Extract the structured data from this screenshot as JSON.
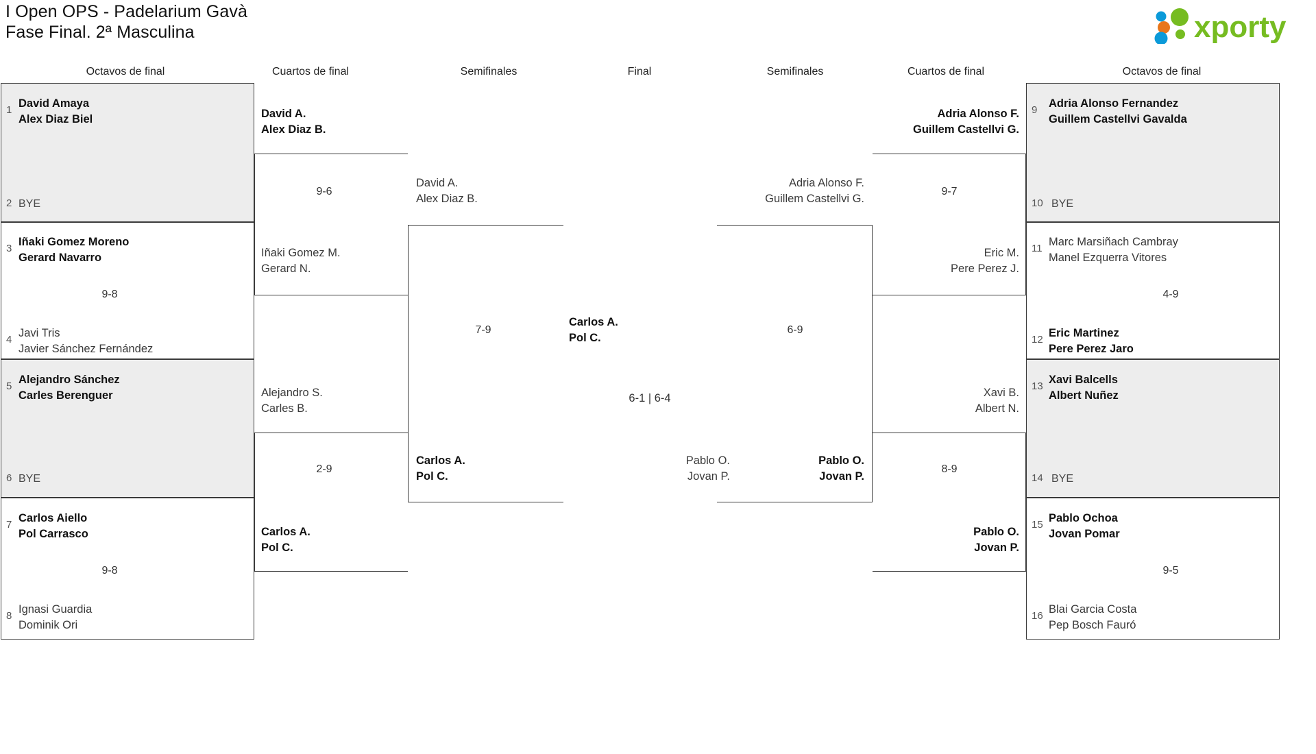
{
  "header": {
    "title_line1": "I Open OPS - Padelarium Gavà",
    "title_line2": "Fase Final. 2ª Masculina",
    "logo_text": "xporty",
    "logo_colors": {
      "green": "#76bc21",
      "blue": "#0b9ad9",
      "orange": "#e8761b"
    }
  },
  "colors": {
    "shaded_row": "#ededed",
    "border": "#3a3a3a",
    "text": "#1a1a1a"
  },
  "column_headers": [
    {
      "label": "Octavos de final"
    },
    {
      "label": "Cuartos de final"
    },
    {
      "label": "Semifinales"
    },
    {
      "label": "Final"
    },
    {
      "label": "Semifinales"
    },
    {
      "label": "Cuartos de final"
    },
    {
      "label": "Octavos de final"
    }
  ],
  "left": {
    "round_of_16": [
      {
        "seed": "1",
        "line1": "David Amaya",
        "line2": "Alex Diaz Biel",
        "status": "win"
      },
      {
        "seed": "2",
        "line1": "BYE",
        "line2": "",
        "status": "bye"
      },
      {
        "seed": "3",
        "line1": "Iñaki Gomez Moreno",
        "line2": "Gerard Navarro",
        "status": "win"
      },
      {
        "seed": "4",
        "line1": "Javi Tris",
        "line2": "Javier Sánchez Fernández",
        "status": "lose"
      },
      {
        "seed": "5",
        "line1": "Alejandro Sánchez",
        "line2": "Carles Berenguer",
        "status": "win"
      },
      {
        "seed": "6",
        "line1": "BYE",
        "line2": "",
        "status": "bye"
      },
      {
        "seed": "7",
        "line1": "Carlos Aiello",
        "line2": "Pol Carrasco",
        "status": "win"
      },
      {
        "seed": "8",
        "line1": "Ignasi Guardia",
        "line2": "Dominik Ori",
        "status": "lose"
      }
    ],
    "round_of_16_scores": [
      "",
      "9-8",
      "",
      "9-8"
    ],
    "quarter_finals": [
      {
        "line1": "David A.",
        "line2": "Alex Diaz B.",
        "status": "win"
      },
      {
        "line1": "Iñaki Gomez M.",
        "line2": "Gerard N.",
        "status": "lose"
      },
      {
        "line1": "Alejandro S.",
        "line2": "Carles B.",
        "status": "lose"
      },
      {
        "line1": "Carlos A.",
        "line2": "Pol C.",
        "status": "win"
      }
    ],
    "quarter_final_scores": [
      "9-6",
      "2-9"
    ],
    "semi_finals": [
      {
        "line1": "David A.",
        "line2": "Alex Diaz B.",
        "status": "lose"
      },
      {
        "line1": "Carlos A.",
        "line2": "Pol C.",
        "status": "win"
      }
    ],
    "semi_final_scores": [
      "7-9"
    ]
  },
  "final": {
    "winner": {
      "line1": "Carlos A.",
      "line2": "Pol C.",
      "status": "win"
    },
    "runner_up": {
      "line1": "Pablo O.",
      "line2": "Jovan P.",
      "status": "lose"
    },
    "score": "6-1 | 6-4"
  },
  "right": {
    "semi_finals": [
      {
        "line1": "Adria Alonso F.",
        "line2": "Guillem Castellvi G.",
        "status": "lose"
      },
      {
        "line1": "Pablo O.",
        "line2": "Jovan P.",
        "status": "win"
      }
    ],
    "semi_final_scores": [
      "6-9"
    ],
    "quarter_finals": [
      {
        "line1": "Adria Alonso F.",
        "line2": "Guillem Castellvi G.",
        "status": "win"
      },
      {
        "line1": "Eric M.",
        "line2": "Pere Perez J.",
        "status": "lose"
      },
      {
        "line1": "Xavi B.",
        "line2": "Albert N.",
        "status": "lose"
      },
      {
        "line1": "Pablo O.",
        "line2": "Jovan P.",
        "status": "win"
      }
    ],
    "quarter_final_scores": [
      "9-7",
      "8-9"
    ],
    "round_of_16": [
      {
        "seed": "9",
        "line1": "Adria Alonso Fernandez",
        "line2": "Guillem Castellvi Gavalda",
        "status": "win"
      },
      {
        "seed": "10",
        "line1": "BYE",
        "line2": "",
        "status": "bye"
      },
      {
        "seed": "11",
        "line1": "Marc Marsiñach Cambray",
        "line2": "Manel Ezquerra Vitores",
        "status": "lose"
      },
      {
        "seed": "12",
        "line1": "Eric Martinez",
        "line2": "Pere Perez Jaro",
        "status": "win"
      },
      {
        "seed": "13",
        "line1": "Xavi Balcells",
        "line2": "Albert Nuñez",
        "status": "win"
      },
      {
        "seed": "14",
        "line1": "BYE",
        "line2": "",
        "status": "bye"
      },
      {
        "seed": "15",
        "line1": "Pablo Ochoa",
        "line2": "Jovan Pomar",
        "status": "win"
      },
      {
        "seed": "16",
        "line1": "Blai Garcia Costa",
        "line2": "Pep Bosch Fauró",
        "status": "lose"
      }
    ],
    "round_of_16_scores": [
      "",
      "4-9",
      "",
      "9-5"
    ]
  }
}
